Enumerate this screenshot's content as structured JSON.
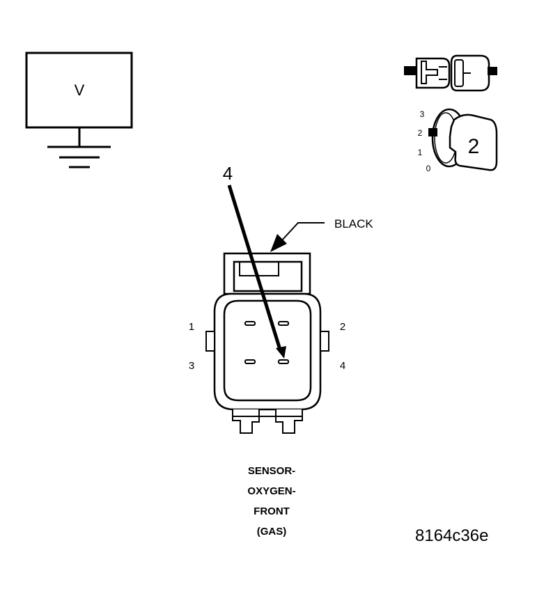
{
  "voltmeter": {
    "symbol": "V"
  },
  "ignition": {
    "key_position": "2",
    "scale": [
      "3",
      "2",
      "1",
      "0"
    ]
  },
  "arrow_pin_label": "4",
  "wire_color_label": "BLACK",
  "pins": {
    "p1": "1",
    "p2": "2",
    "p3": "3",
    "p4": "4"
  },
  "caption": {
    "line1": "SENSOR-",
    "line2": "OXYGEN-",
    "line3": "FRONT",
    "line4": "(GAS)"
  },
  "figure_id": "8164c36e"
}
